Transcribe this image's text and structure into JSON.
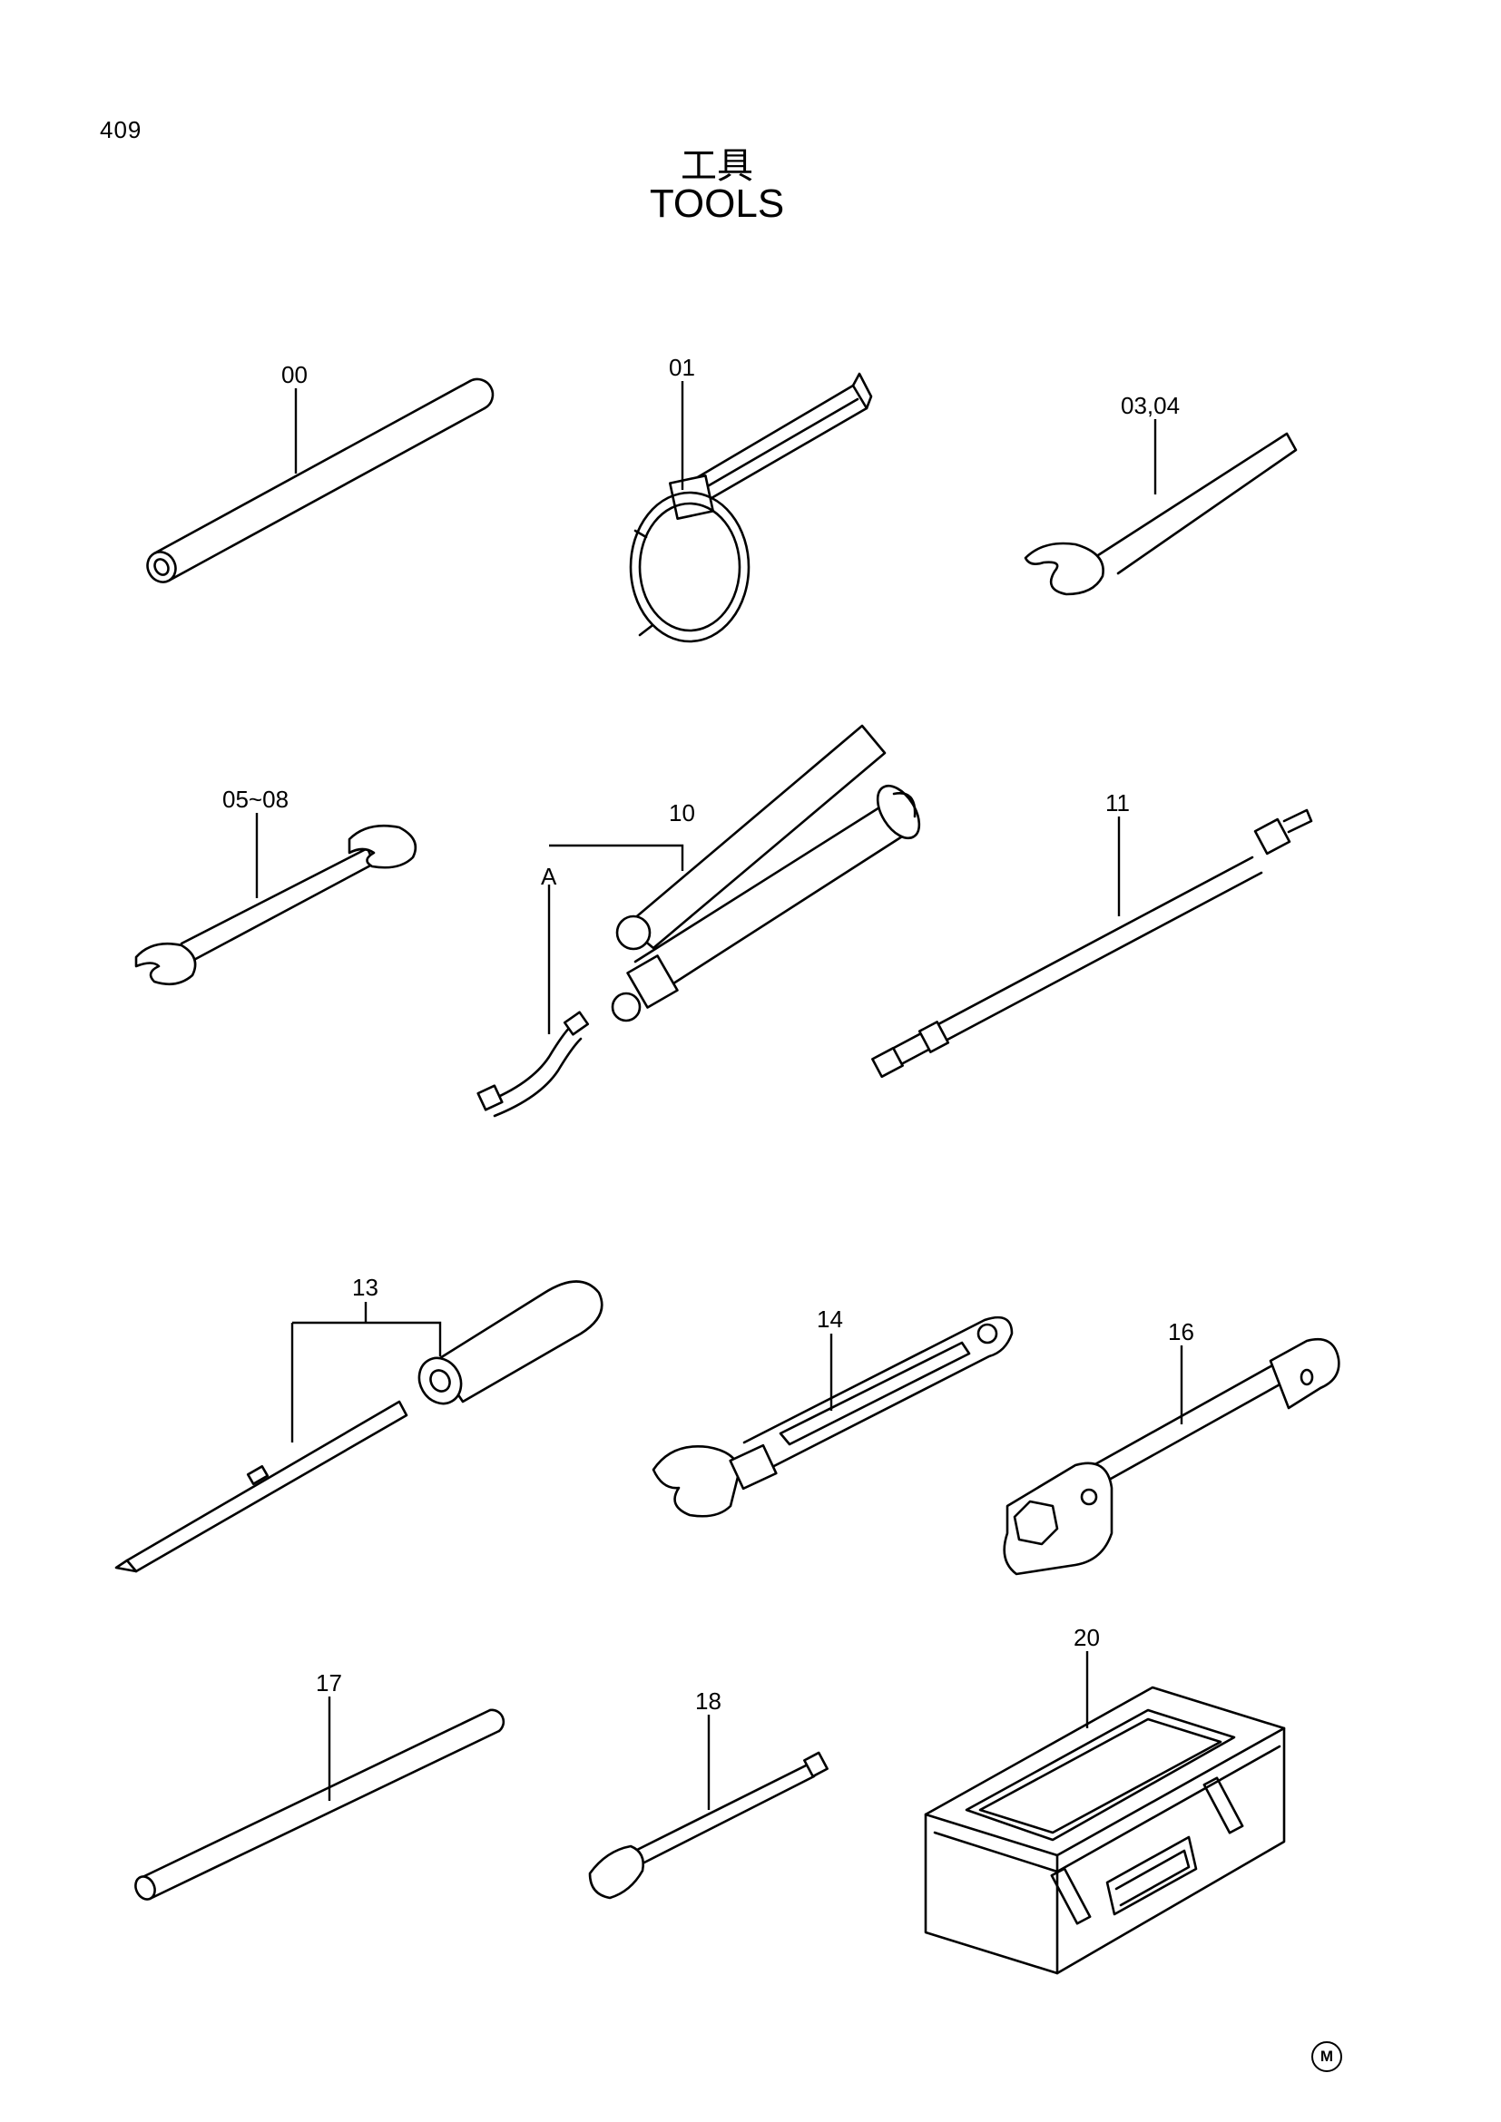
{
  "page_number": "409",
  "title_jp": "工具",
  "title_en": "TOOLS",
  "corner_mark": "M",
  "callouts": {
    "c00": "00",
    "c01": "01",
    "c0304": "03,04",
    "c0508": "05~08",
    "c10": "10",
    "cA": "A",
    "c11": "11",
    "c13": "13",
    "c14": "14",
    "c16": "16",
    "c17": "17",
    "c18": "18",
    "c20": "20"
  }
}
